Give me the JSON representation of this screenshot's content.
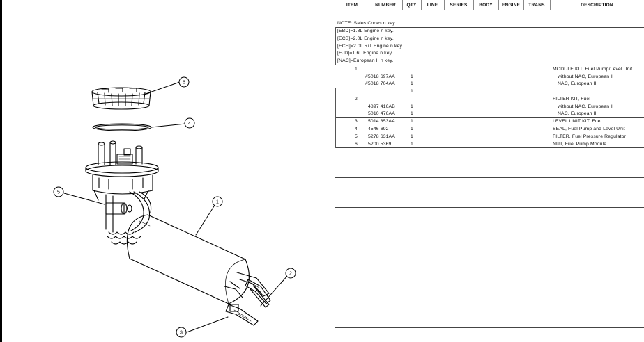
{
  "headers": [
    "ITEM",
    "NUMBER",
    "QTY",
    "LINE",
    "SERIES",
    "BODY",
    "ENGINE",
    "TRANS",
    "DESCRIPTION"
  ],
  "notes": [
    "NOTE: Sales Codes n key.",
    "[EBD]=1.8L Engine n key.",
    "[ECB]=2.0L Engine n key.",
    "[ECH]=2.0L R/T Engine n key.",
    "[EJD]=1.6L Engine n key.",
    "[NAC]=European II n key."
  ],
  "rows": [
    {
      "item": "1",
      "number": "",
      "qty": "",
      "desc": "MODULE KIT, Fuel Pump/Level Unit"
    },
    {
      "item": "",
      "number": "#5018 697AA",
      "qty": "1",
      "desc": "without NAC, European II"
    },
    {
      "item": "",
      "number": "#5018 704AA",
      "qty": "1",
      "desc": "NAC, European II"
    },
    {
      "item": "",
      "number": "",
      "qty": "1",
      "desc": ""
    },
    {
      "item": "2",
      "number": "",
      "qty": "",
      "desc": "FILTER KIT, Fuel"
    },
    {
      "item": "",
      "number": "4897 416AB",
      "qty": "1",
      "desc": "without NAC, European II"
    },
    {
      "item": "",
      "number": "5010 476AA",
      "qty": "1",
      "desc": "NAC, European II"
    },
    {
      "item": "3",
      "number": "5014 353AA",
      "qty": "1",
      "desc": "LEVEL UNIT KIT, Fuel"
    },
    {
      "item": "4",
      "number": "4546 692",
      "qty": "1",
      "desc": "SEAL, Fuel Pump and Level Unit"
    },
    {
      "item": "5",
      "number": "5278 631AA",
      "qty": "1",
      "desc": "FILTER, Fuel Pressure Regulator"
    },
    {
      "item": "6",
      "number": "5200 5369",
      "qty": "1",
      "desc": "NUT, Fuel Pump Module"
    }
  ],
  "callouts": [
    "1",
    "2",
    "3",
    "4",
    "5",
    "6"
  ]
}
